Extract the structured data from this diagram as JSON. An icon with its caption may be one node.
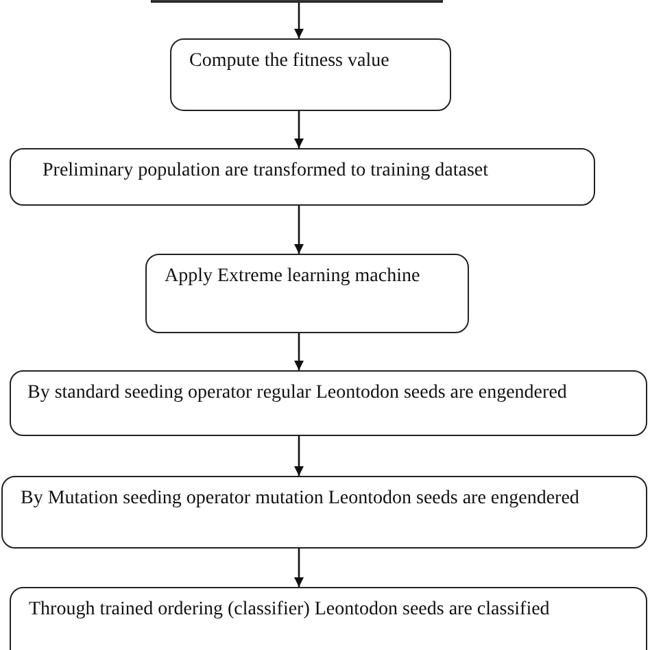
{
  "diagram": {
    "nodes": [
      {
        "text": [],
        "shape": "box"
      },
      {
        "text": [
          "Compute the fitness value"
        ]
      },
      {
        "text": [
          "Preliminary population are transformed to training dataset"
        ]
      },
      {
        "text": [
          "Apply Extreme learning machine"
        ]
      },
      {
        "text": [
          "By standard seeding operator regular Leontodon seeds are engendered"
        ]
      },
      {
        "text": [
          "By Mutation seeding operator mutation Leontodon seeds are engendered"
        ]
      },
      {
        "text": [
          "Through trained ordering (classifier) Leontodon seeds are classified"
        ]
      }
    ],
    "edges": [
      {
        "from": 0,
        "to": 1,
        "arrow": "to"
      },
      {
        "from": 1,
        "to": 2,
        "arrow": "to"
      },
      {
        "from": 2,
        "to": 3,
        "arrow": "to"
      },
      {
        "from": 3,
        "to": 4,
        "arrow": "to"
      },
      {
        "from": 4,
        "to": 5,
        "arrow": "to"
      },
      {
        "from": 5,
        "to": 6,
        "arrow": "to"
      }
    ]
  }
}
